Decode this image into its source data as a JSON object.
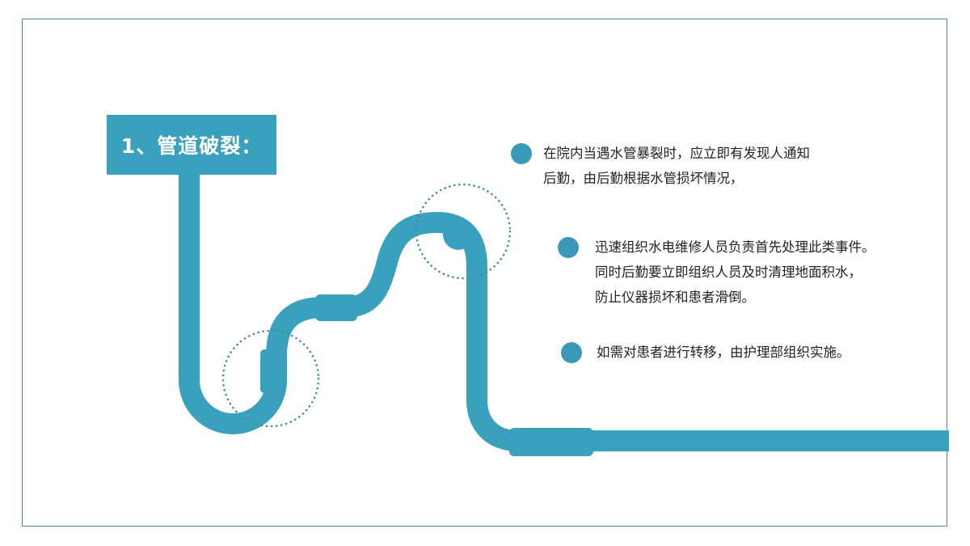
{
  "slide": {
    "title": "1、管道破裂：",
    "accent_color": "#3aa1bc",
    "frame_color": "#4f8f94",
    "bullets": [
      {
        "lines": [
          "在院内当遇水管暴裂时，应立即有发现人通知",
          "后勤，由后勤根据水管损坏情况，"
        ]
      },
      {
        "lines": [
          "迅速组织水电维修人员负责首先处理此类事件。",
          "同时后勤要立即组织人员及时清理地面积水，",
          "防止仪器损坏和患者滑倒。"
        ]
      },
      {
        "lines": [
          "如需对患者进行转移，由护理部组织实施。"
        ]
      }
    ]
  },
  "icons": {
    "pipe": "pipe-illustration",
    "highlight_circles": [
      "dotted-circle-icon",
      "dotted-circle-icon"
    ],
    "bullet": "filled-circle-icon"
  }
}
